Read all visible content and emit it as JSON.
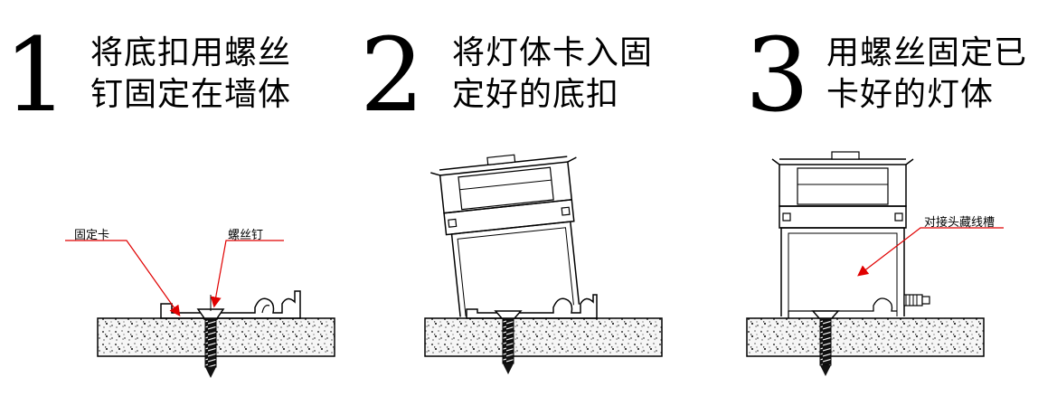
{
  "steps": [
    {
      "number": "1",
      "lines": [
        "将底扣用螺丝",
        "钉固定在墙体"
      ]
    },
    {
      "number": "2",
      "lines": [
        "将灯体卡入固",
        "定好的底扣"
      ]
    },
    {
      "number": "3",
      "lines": [
        "用螺丝固定已",
        "卡好的灯体"
      ]
    }
  ],
  "callouts": {
    "clip": "固定卡",
    "screw": "螺丝钉",
    "wire_slot": "对接头藏线槽"
  },
  "colors": {
    "line": "#000000",
    "leader": "#e00000",
    "wall_fill": "#f4f4f4"
  }
}
